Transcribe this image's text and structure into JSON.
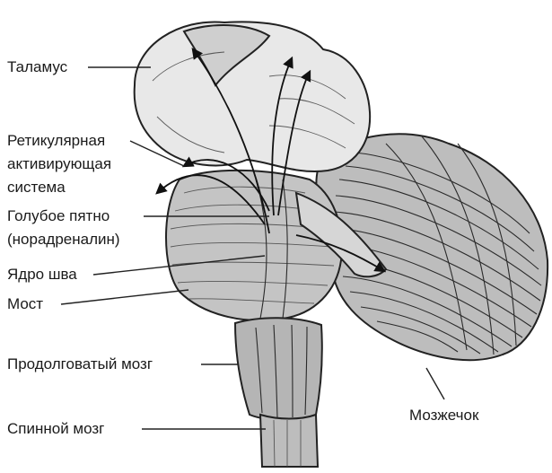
{
  "labels": {
    "thalamus": "Таламус",
    "reticular_line1": "Ретикулярная",
    "reticular_line2": "активирующая",
    "reticular_line3": "система",
    "locus_line1": "Голубое пятно",
    "locus_line2": "(норадреналин)",
    "raphe": "Ядро шва",
    "pons": "Мост",
    "medulla": "Продолговатый мозг",
    "spinal_cord": "Спинной мозг",
    "cerebellum": "Мозжечок"
  }
}
